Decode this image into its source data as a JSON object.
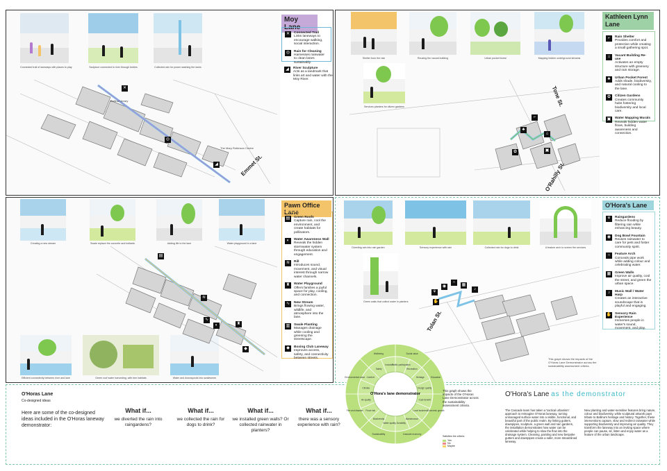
{
  "colors": {
    "moy": "#c5a9d9",
    "kathleen": "#9ed1a6",
    "pawn": "#f3c46a",
    "ohora": "#9fd6de",
    "water": "#7ec3e6",
    "green": "#7ec850",
    "wheel": "#b9e07d",
    "dash": "#7fc6a8"
  },
  "moy_lane": {
    "title": "Moy Lane",
    "captions": [
      "Connected trail of laneways with places to play",
      "Sculpture connected to river through bedies",
      "Collected rain for power washing the lanes"
    ],
    "items": [
      {
        "icon": "trail-icon",
        "glyph": "✕",
        "title": "Connected Trail",
        "text": "Links laneways to encourage walking, social interaction."
      },
      {
        "icon": "rain-clean-icon",
        "glyph": "◎",
        "title": "Rain for Cleaning",
        "text": "Harnesses rainwater to clean lanes sustainably."
      },
      {
        "icon": "sculpture-icon",
        "glyph": "◢",
        "title": "River Sculpture",
        "text": "Acts as a landmark that links art and water with the Moy River."
      }
    ],
    "map_labels": {
      "library": "Ballina Library",
      "centre": "The Mary Robinson Centre",
      "street": "Emmet St."
    }
  },
  "kathleen_lane": {
    "title": "Kathleen Lynn Lane",
    "captions": [
      "Shelter from the rain",
      "Reusing the vacant building",
      "Urban pocket forest",
      "Mapping hidden underground streams",
      "Services planters for citizen gardens"
    ],
    "items": [
      {
        "icon": "shelter-icon",
        "glyph": "⌐",
        "title": "Rain Shelter",
        "text": "Provides comfort and protection while creating a small gathering spot."
      },
      {
        "icon": "building-icon",
        "glyph": "⌂",
        "title": "Vacant Building Re-use",
        "text": "Activates an empty structure with greenery and rain storage."
      },
      {
        "icon": "forest-icon",
        "glyph": "♣",
        "title": "Urban Pocket Forest",
        "text": "Adds shade, biodiversity, and natural cooling to the lane."
      },
      {
        "icon": "garden-icon",
        "glyph": "✿",
        "title": "Citizen Gardens",
        "text": "Creates community hubs fostering biodiversity and local care."
      },
      {
        "icon": "mural-icon",
        "glyph": "▣",
        "title": "Water Mapping Murals",
        "text": "Reveals hidden water flows, building awareness and connection."
      }
    ],
    "map_labels": {
      "street1": "Tone St.",
      "street2": "O'Rahilly St."
    }
  },
  "pawn_lane": {
    "title": "Pawn Office Lane",
    "captions": [
      "Creating a new stream",
      "Swale replace the concrete and bollards",
      "Adding life to the lane",
      "Water playground in a lane",
      "Efficient connectivity between river and lane",
      "Green roof water harvesting, with bee habitats",
      "Water and downspouts into swalesmen"
    ],
    "items": [
      {
        "icon": "green-roof-icon",
        "glyph": "▤",
        "title": "Green Roofs",
        "text": "Capture rain, cool the environment, and create habitats for pollinators."
      },
      {
        "icon": "wall-icon",
        "glyph": "◐",
        "title": "Water Awareness Wall",
        "text": "Reveals the hidden stormwater system through education and engagement."
      },
      {
        "icon": "rill-icon",
        "glyph": "≋",
        "title": "Rill",
        "text": "Introduces sound, movement, and visual interest through narrow water channels."
      },
      {
        "icon": "playground-icon",
        "glyph": "♜",
        "title": "Water Playground",
        "text": "Offers families a joyful space for play, cooling, and connection."
      },
      {
        "icon": "stream-icon",
        "glyph": "∿",
        "title": "New Stream",
        "text": "Brings flowing water, wildlife, and atmosphere into the lane."
      },
      {
        "icon": "swale-icon",
        "glyph": "▥",
        "title": "Swale Planting",
        "text": "Manages drainage while cooling and greening the streetscape."
      },
      {
        "icon": "boxing-icon",
        "glyph": "◆",
        "title": "Boxing Club Laneway",
        "text": "Improves access, safety, and connectivity between streets."
      }
    ]
  },
  "ohora_lane": {
    "title": "O'Hora's Lane",
    "captions": [
      "Diverting rain into rain garden",
      "Sensory experience with rain",
      "Collected rain for dogs to drink",
      "A feature arch to screen the services",
      "Green walls that collect water in planters"
    ],
    "items": [
      {
        "icon": "raingarden-icon",
        "glyph": "⚘",
        "title": "Raingardens",
        "text": "Reduce flooding by filtering rain while enhancing beauty."
      },
      {
        "icon": "dog-fountain-icon",
        "glyph": "◉",
        "title": "Dog Bowl Fountain",
        "text": "Reuses rainwater to care for pets and foster community spirit."
      },
      {
        "icon": "arch-icon",
        "glyph": "∩",
        "title": "Feature Arch",
        "text": "Conceals pipe work while adding colour and celebrating water."
      },
      {
        "icon": "green-wall-icon",
        "glyph": "▦",
        "title": "Green Walls",
        "text": "Improve air quality, cool the street, and green the urban space."
      },
      {
        "icon": "harp-icon",
        "glyph": "♪",
        "title": "Music Wall / Water Harp",
        "text": "Creates an interactive soundscape that is playful and engaging."
      },
      {
        "icon": "sensory-icon",
        "glyph": "✋",
        "title": "Sensory Rain Experience",
        "text": "Immerses people in water's sound, movement, and play."
      }
    ],
    "map_labels": {
      "street": "Tolan St."
    },
    "graph_note": "This graph shows the impacts of the O'Horas Lane Demonstrator across the sustainability assessment criteria."
  },
  "demonstrator": {
    "heading_a": "O'Hora's Lane",
    "heading_b": "as the demonstrator",
    "para1": "The Cascade team has taken a 'tactical urbanism' approach to reimagine O'Horas laneway, turning unmanaged surface water into a visible, functional, and beautiful part of the public realm. By linking gutters, downpipes, sculpture, a green wall and rain gardens, the installation demonstrates how water can be celebrated while helping to slow the flow into the drainage system. Cleaning, painting and new bespoke gutters and downpipes create a safer, more streamlined laneway.",
    "para2": "New planting and water-sensitive features bring nature, colour and biodiversity, while sculptural artwork pays tribute to Ballina's heritage and history. Together, these interventions capture, slow and redirect rainwater while supporting biodiversity and improving air quality. They transform the laneway into an inviting space where people can pause, sit, listen and enjoy water as a feature of the urban landscape.",
    "wheel_centre": "O'Hora's lane demonstrator",
    "wheel_note": "This graph shows the impacts of the O'Horas Lane Demonstrator across the sustainability assessment criteria.",
    "legend_title": "Satisfies the criteria",
    "legend": [
      {
        "label": "Yes",
        "color": "#b9e07d"
      },
      {
        "label": "No",
        "color": "#f08b8b"
      },
      {
        "label": "Maybe",
        "color": "#f3d36a"
      }
    ],
    "outer_labels": [
      "Social value",
      "Education",
      "Economic growth",
      "Cascade economy",
      "Sustainability",
      "Fire and disaster",
      "Environmental value",
      "Wellbeing"
    ],
    "inner_labels": [
      "Public participation",
      "Recreation",
      "Heritage",
      "Design quality",
      "Cost-benefit",
      "Local business",
      "Maintenance",
      "Durability",
      "Water quality",
      "Biodiversity",
      "Flood risk",
      "Air quality",
      "Climate",
      "Comfort",
      "Safety",
      "Inclusion"
    ]
  },
  "codesign": {
    "title": "O'Horas Lane",
    "subtitle": "Co-designed ideas",
    "intro": "Here are some of the co-designed ideas included in the O'Horas laneway demonstrator:",
    "ideas": [
      {
        "title": "What if...",
        "text": "we diverted the rain into raingardens?"
      },
      {
        "title": "What if...",
        "text": "we collected the rain for dogs to drink?"
      },
      {
        "title": "What if...",
        "text": "we installed green walls? Or collected rainwater in planters?"
      },
      {
        "title": "What if...",
        "text": "there was a sensory experience with rain?"
      }
    ]
  }
}
